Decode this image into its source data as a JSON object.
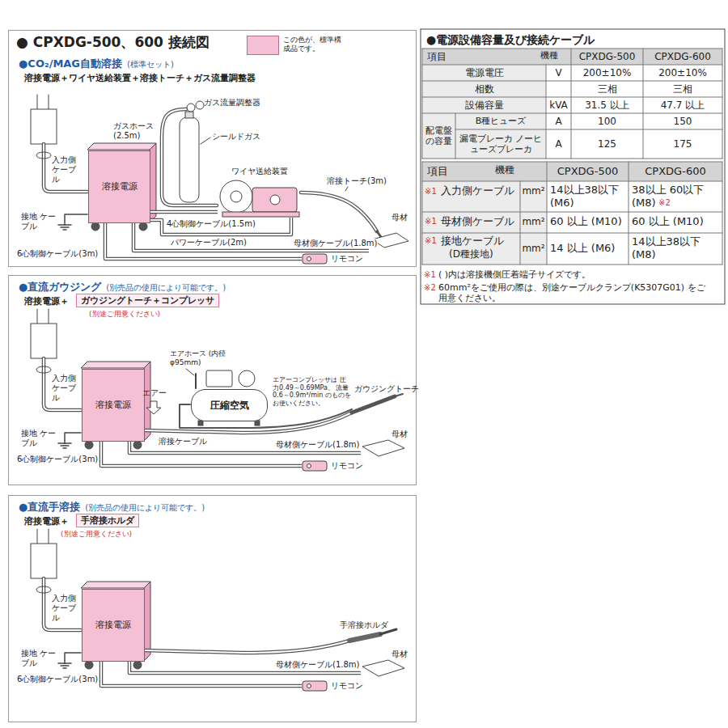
{
  "diagram": {
    "title": "● CPXDG-500、600 接続図",
    "nodes": [
      {
        "text": [
          "●CO₂/MAG自動溶接",
          "(標準セット)"
        ]
      },
      {
        "text": [
          "溶接電源"
        ],
        "in": 0
      },
      {
        "text": [
          "ワイヤ送給装置"
        ],
        "in": 0
      },
      {
        "text": [
          "母材"
        ],
        "in": 0
      },
      {
        "text": [
          "リモコン"
        ],
        "in": 0
      },
      {
        "text": [
          "●直流ガウジング",
          "(別売品の使用により可能です。)"
        ]
      },
      {
        "text": [
          "ガウジングトーチ＋コンプレッサ"
        ],
        "in": 5
      },
      {
        "text": [
          "溶接電源"
        ],
        "in": 5
      },
      {
        "text": [
          "圧縮空気"
        ],
        "in": 5
      },
      {
        "text": [
          "母材"
        ],
        "in": 5
      },
      {
        "text": [
          "リモコン"
        ],
        "in": 5
      },
      {
        "text": [
          "●直流手溶接",
          "(別売品の使用により可能です。)"
        ]
      },
      {
        "text": [
          "手溶接ホルダ"
        ],
        "in": 11
      },
      {
        "text": [
          "溶接電源"
        ],
        "in": 11
      },
      {
        "text": [
          "母材"
        ],
        "in": 11
      },
      {
        "text": [
          "リモコン"
        ],
        "in": 11
      }
    ],
    "edges": [
      {
        "from": 1,
        "to": 4,
        "arrow": "none",
        "label": "6心制御ケーブル(3m)"
      },
      {
        "from": 1,
        "to": 2,
        "arrow": "none",
        "label": "4心制御ケーブル(1.5m)"
      },
      {
        "from": 1,
        "to": 2,
        "arrow": "none",
        "label": "パワーケーブル(2m)"
      },
      {
        "from": 1,
        "to": 3,
        "arrow": "none",
        "label": "母材側ケーブル(1.8m)"
      },
      {
        "from": 7,
        "to": 10,
        "arrow": "none",
        "label": "6心制御ケーブル(3m)"
      },
      {
        "from": 7,
        "to": 9,
        "arrow": "none",
        "label": "母材側ケーブル(1.8m)"
      },
      {
        "from": 13,
        "to": 15,
        "arrow": "none",
        "label": "6心制御ケーブル(3m)"
      },
      {
        "from": 13,
        "to": 14,
        "arrow": "none",
        "label": "母材側ケーブル(1.8m)"
      }
    ],
    "labels": [
      "溶接電源＋ワイヤ送給装置＋溶接トーチ＋ガス流量調整器",
      "ガス流量調整器",
      "ガスホース (2.5m)",
      "シールドガス",
      "溶接トーチ(3m)",
      "入力側 ケーブル",
      "接地 ケーブル",
      "溶接電源＋",
      "(別途ご用意ください)",
      "エアホース (内径φ95mm)",
      "エアー",
      "エアーコンプレッサは 圧力0.49～0.69MPa、 流量0.6～0.9m³/min のものをお使いください。",
      "ガウジングトーチ",
      "溶接ケーブル",
      "入力側 ケーブル",
      "接地 ケーブル",
      "溶接電源＋",
      "(別途ご用意ください)",
      "手溶接ホルダ",
      "入力側 ケーブル",
      "接地 ケーブル",
      "●電源設備容量及び接続ケーブル",
      "項目",
      "機種",
      "CPXDG-500",
      "CPXDG-600",
      "電源電圧",
      "V",
      "200±10%",
      "200±10%",
      "相数",
      "三相",
      "三相",
      "設備容量",
      "kVA",
      "31.5 以上",
      "47.7 以上",
      "配電盤 の容量",
      "B種ヒューズ",
      "A",
      "100",
      "150",
      "漏電ブレーカ ノーヒューズブレーカ",
      "A",
      "125",
      "175",
      "項目",
      "機種",
      "CPXDG-500",
      "CPXDG-600",
      "※1",
      "入力側ケーブル",
      "mm²",
      "14以上38以下 (M6)",
      "38以上 60以下 (M8)",
      "※2",
      "※1",
      "母材側ケーブル",
      "mm²",
      "60 以上 (M10)",
      "60 以上 (M10)",
      "※1",
      "接地ケーブル",
      "(D種接地)",
      "mm²",
      "14 以上 (M6)",
      "14以上38以下 (M8)",
      "※1",
      "( )内は溶接機側圧着端子サイズです。",
      "※2",
      "60mm²をご使用の際は、別途ケーブルクランプ(K5307G01) をご用意ください。"
    ],
    "legend": [
      {
        "text": "この色が、標準構成品です。",
        "color": "#f5bfd4"
      }
    ]
  }
}
